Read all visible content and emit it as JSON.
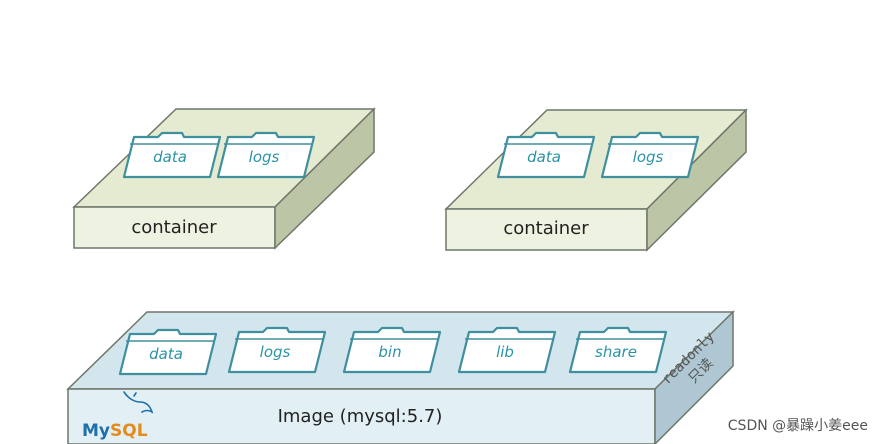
{
  "colors": {
    "container_top": "#e4ebd0",
    "container_front": "#eef2e0",
    "container_side": "#bcc5a6",
    "image_top": "#d3e6ee",
    "image_front": "#e2f0f5",
    "image_side": "#aec7d2",
    "edge": "#6f776b",
    "folder_stroke": "#3f8f9f",
    "folder_label": "#2b93a6"
  },
  "containers": [
    {
      "label": "container",
      "folders": [
        {
          "label": "data",
          "icon": "folder-icon"
        },
        {
          "label": "logs",
          "icon": "folder-icon"
        }
      ]
    },
    {
      "label": "container",
      "folders": [
        {
          "label": "data",
          "icon": "folder-icon"
        },
        {
          "label": "logs",
          "icon": "folder-icon"
        }
      ]
    }
  ],
  "image": {
    "label": "Image  (mysql:5.7)",
    "side_label_line1": "readonly",
    "side_label_line2": "只读",
    "folders": [
      {
        "label": "data",
        "icon": "folder-icon"
      },
      {
        "label": "logs",
        "icon": "folder-icon"
      },
      {
        "label": "bin",
        "icon": "folder-icon"
      },
      {
        "label": "lib",
        "icon": "folder-icon"
      },
      {
        "label": "share",
        "icon": "folder-icon"
      }
    ],
    "logo": {
      "part1": "My",
      "part2": "SQL",
      "icon": "mysql-dolphin-icon"
    }
  },
  "watermark": "CSDN @暴躁小姜eee"
}
